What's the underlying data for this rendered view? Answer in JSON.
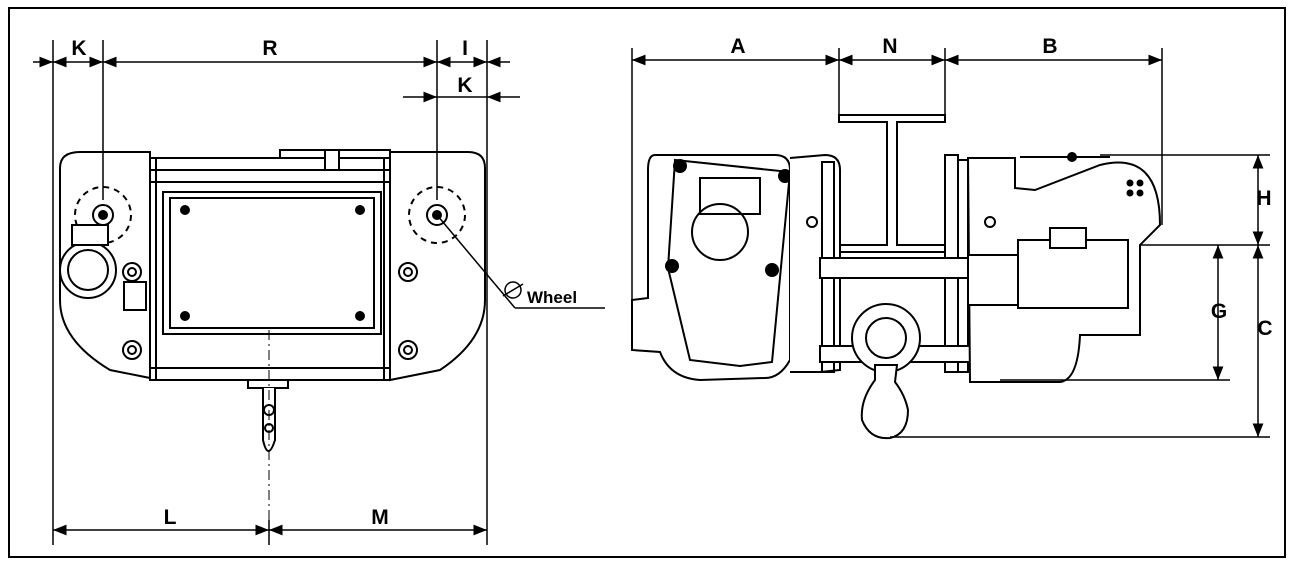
{
  "labels": {
    "K_top": "K",
    "R": "R",
    "I": "I",
    "K_right": "K",
    "wheel": "Wheel",
    "L": "L",
    "M": "M",
    "A": "A",
    "N": "N",
    "B": "B",
    "H": "H",
    "G": "G",
    "C": "C"
  },
  "colors": {
    "line": "#000000",
    "fill": "#ffffff",
    "body_fill": "#f2f2f2"
  },
  "icons": {
    "wheel_diameter": "diameter-symbol"
  }
}
